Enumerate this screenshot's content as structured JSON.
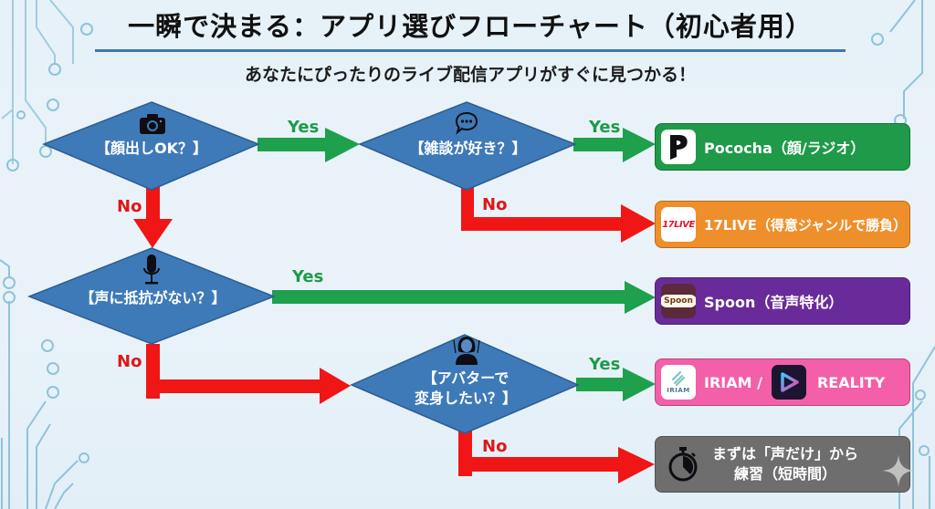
{
  "header": {
    "title": "一瞬で決まる：アプリ選びフローチャート（初心者用）",
    "subtitle": "あなたにぴったりのライブ配信アプリがすぐに見つかる！"
  },
  "colors": {
    "decision_fill": "#3f7ab8",
    "yes_arrow": "#1ea04c",
    "no_arrow": "#f01616",
    "pococha": "#1f9a48",
    "seventeen_live": "#ef8f2b",
    "spoon": "#6a2b9a",
    "iriam_reality": "#f35fa8",
    "practice": "#6e6e6e"
  },
  "decisions": [
    {
      "id": "face",
      "icon": "camera-icon",
      "label": "【顔出しOK？】"
    },
    {
      "id": "chat",
      "icon": "speech-bubble-icon",
      "label": "【雑談が好き？】"
    },
    {
      "id": "voice",
      "icon": "microphone-icon",
      "label": "【声に抵抗がない？】"
    },
    {
      "id": "avatar",
      "icon": "avatar-person-icon",
      "label_line1": "【アバターで",
      "label_line2": "変身したい？】"
    }
  ],
  "branch_labels": {
    "yes": "Yes",
    "no": "No"
  },
  "results": [
    {
      "id": "pococha",
      "icon": "pococha-logo-icon",
      "label": "Pococha（顔/ラジオ）"
    },
    {
      "id": "17live",
      "icon": "17live-logo-icon",
      "icon_text": "17LIVE",
      "label": "17LIVE（得意ジャンルで勝負）"
    },
    {
      "id": "spoon",
      "icon": "spoon-logo-icon",
      "icon_text": "Spoon",
      "label": "Spoon（音声特化）"
    },
    {
      "id": "iriam-reality",
      "icon": "iriam-logo-icon",
      "icon_text": "IRIAM",
      "label": "IRIAM /",
      "label2": "REALITY",
      "icon2": "reality-logo-icon"
    },
    {
      "id": "practice",
      "icon": "stopwatch-icon",
      "label_line1": "まずは「声だけ」から",
      "label_line2": "練習（短時間）"
    }
  ]
}
